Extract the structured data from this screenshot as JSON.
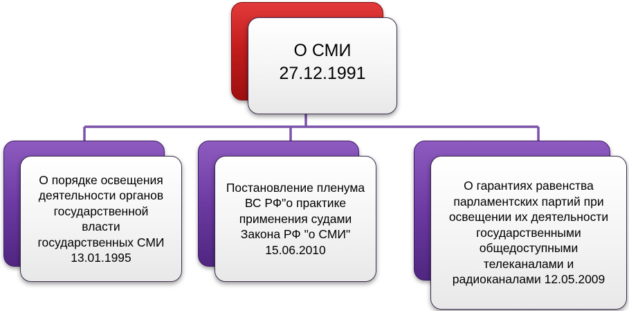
{
  "root": {
    "label": "О СМИ\n27.12.1991",
    "color": "#c31d1d"
  },
  "children": [
    {
      "label": "О порядке освещения\nдеятельности органов\nгосударственной\nвласти\nгосударственных СМИ\n13.01.1995",
      "color": "#6c3aa2"
    },
    {
      "label": "Постановление пленума\nВС РФ\"о практике\nприменения судами\nЗакона РФ \"о СМИ\"\n15.06.2010",
      "color": "#6c3aa2"
    },
    {
      "label": "О гарантиях равенства\nпарламентских партий при\nосвещении их деятельности\nгосударственными\nобщедоступными\nтелеканалами и\nрадиоканалами 12.05.2009",
      "color": "#6c3aa2"
    }
  ],
  "connector_color": "#7b52a8"
}
